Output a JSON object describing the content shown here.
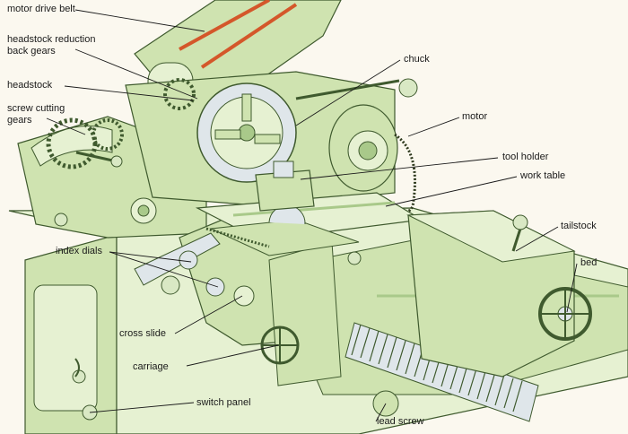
{
  "diagram": {
    "palette": {
      "body": "#cfe3b0",
      "body_light": "#e6f1d2",
      "body_shadow": "#a9c98a",
      "edge": "#3f5a2e",
      "background": "#fbf8ef",
      "belt": "#d4572a",
      "cable": "#2f3a1e",
      "metal": "#dfe6ea",
      "knob": "#d9e8c4",
      "leader": "#1a1a1a"
    },
    "labels": {
      "motor_drive_belt": "motor drive belt",
      "headstock_reduction_back_gears": [
        "headstock reduction",
        "back gears"
      ],
      "headstock": "headstock",
      "screw_cutting_gears": [
        "screw cutting",
        "gears"
      ],
      "chuck": "chuck",
      "motor": "motor",
      "tool_holder": "tool holder",
      "work_table": "work table",
      "tailstock": "tailstock",
      "bed": "bed",
      "index_dials": "index dials",
      "cross_slide": "cross slide",
      "carriage": "carriage",
      "switch_panel": "switch panel",
      "lead_screw": "lead screw"
    }
  }
}
